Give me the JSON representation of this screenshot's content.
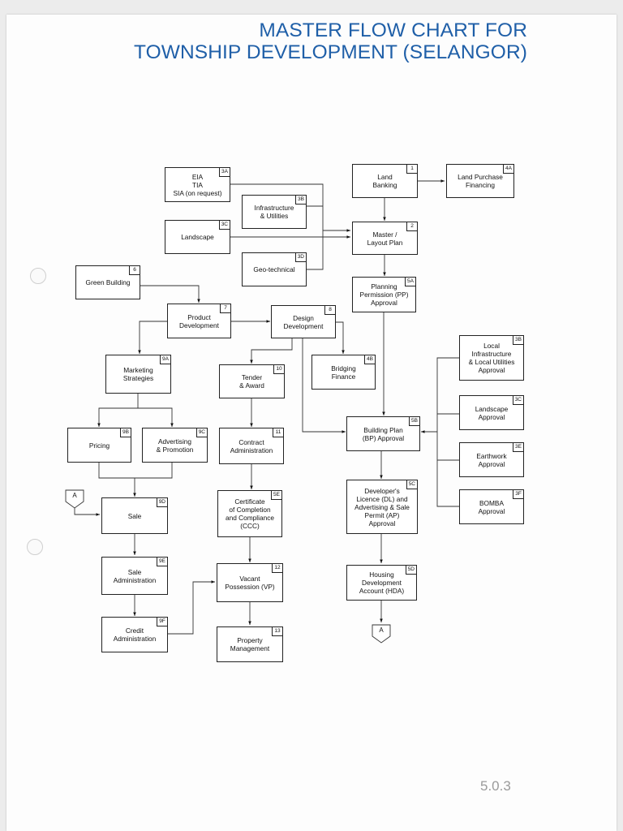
{
  "title": {
    "line1": "MASTER FLOW CHART FOR",
    "line2": "TOWNSHIP DEVELOPMENT (SELANGOR)"
  },
  "page_number": "5.0.3",
  "connector_label": "A",
  "nodes": [
    {
      "id": "3A_eia",
      "tag": "3A",
      "label": "EIA\nTIA\nSIA (on request)"
    },
    {
      "id": "1_land_banking",
      "tag": "1",
      "label": "Land\nBanking"
    },
    {
      "id": "4A_land_purchase",
      "tag": "4A",
      "label": "Land Purchase\nFinancing"
    },
    {
      "id": "3B_infra",
      "tag": "3B",
      "label": "Infrastructure\n& Utilities"
    },
    {
      "id": "3C_landscape",
      "tag": "3C",
      "label": "Landscape"
    },
    {
      "id": "2_master_plan",
      "tag": "2",
      "label": "Master /\nLayout Plan"
    },
    {
      "id": "3D_geotech",
      "tag": "3D",
      "label": "Geo-technical"
    },
    {
      "id": "6_green",
      "tag": "6",
      "label": "Green Building"
    },
    {
      "id": "5A_planning",
      "tag": "5A",
      "label": "Planning\nPermission (PP)\nApproval"
    },
    {
      "id": "7_product",
      "tag": "7",
      "label": "Product\nDevelopment"
    },
    {
      "id": "8_design",
      "tag": "8",
      "label": "Design\nDevelopment"
    },
    {
      "id": "3B_local_infra",
      "tag": "3B",
      "label": "Local\nInfrastructure\n& Local Utilities\nApproval"
    },
    {
      "id": "9A_marketing",
      "tag": "9A",
      "label": "Marketing\nStrategies"
    },
    {
      "id": "4B_bridging",
      "tag": "4B",
      "label": "Bridging\nFinance"
    },
    {
      "id": "10_tender",
      "tag": "10",
      "label": "Tender\n& Award"
    },
    {
      "id": "3C_landscape_approval",
      "tag": "3C",
      "label": "Landscape\nApproval"
    },
    {
      "id": "9B_pricing",
      "tag": "9B",
      "label": "Pricing"
    },
    {
      "id": "9C_advertising",
      "tag": "9C",
      "label": "Advertising\n& Promotion"
    },
    {
      "id": "11_contract",
      "tag": "11",
      "label": "Contract\nAdministration"
    },
    {
      "id": "5B_building_plan",
      "tag": "5B",
      "label": "Building Plan\n(BP) Approval"
    },
    {
      "id": "3E_earthwork",
      "tag": "3E",
      "label": "Earthwork\nApproval"
    },
    {
      "id": "9D_sale",
      "tag": "9D",
      "label": "Sale"
    },
    {
      "id": "5E_ccc",
      "tag": "5E",
      "label": "Certificate\nof Completion\nand Compliance\n(CCC)"
    },
    {
      "id": "5C_dl",
      "tag": "5C",
      "label": "Developer's\nLicence (DL) and\nAdvertising & Sale\nPermit (AP)\nApproval"
    },
    {
      "id": "3F_bomba",
      "tag": "3F",
      "label": "BOMBA\nApproval"
    },
    {
      "id": "9E_sale_admin",
      "tag": "9E",
      "label": "Sale\nAdministration"
    },
    {
      "id": "12_vp",
      "tag": "12",
      "label": "Vacant\nPossession (VP)"
    },
    {
      "id": "5D_hda",
      "tag": "5D",
      "label": "Housing\nDevelopment\nAccount (HDA)"
    },
    {
      "id": "9F_credit",
      "tag": "9F",
      "label": "Credit\nAdministration"
    },
    {
      "id": "13_property",
      "tag": "13",
      "label": "Property\nManagement"
    }
  ]
}
